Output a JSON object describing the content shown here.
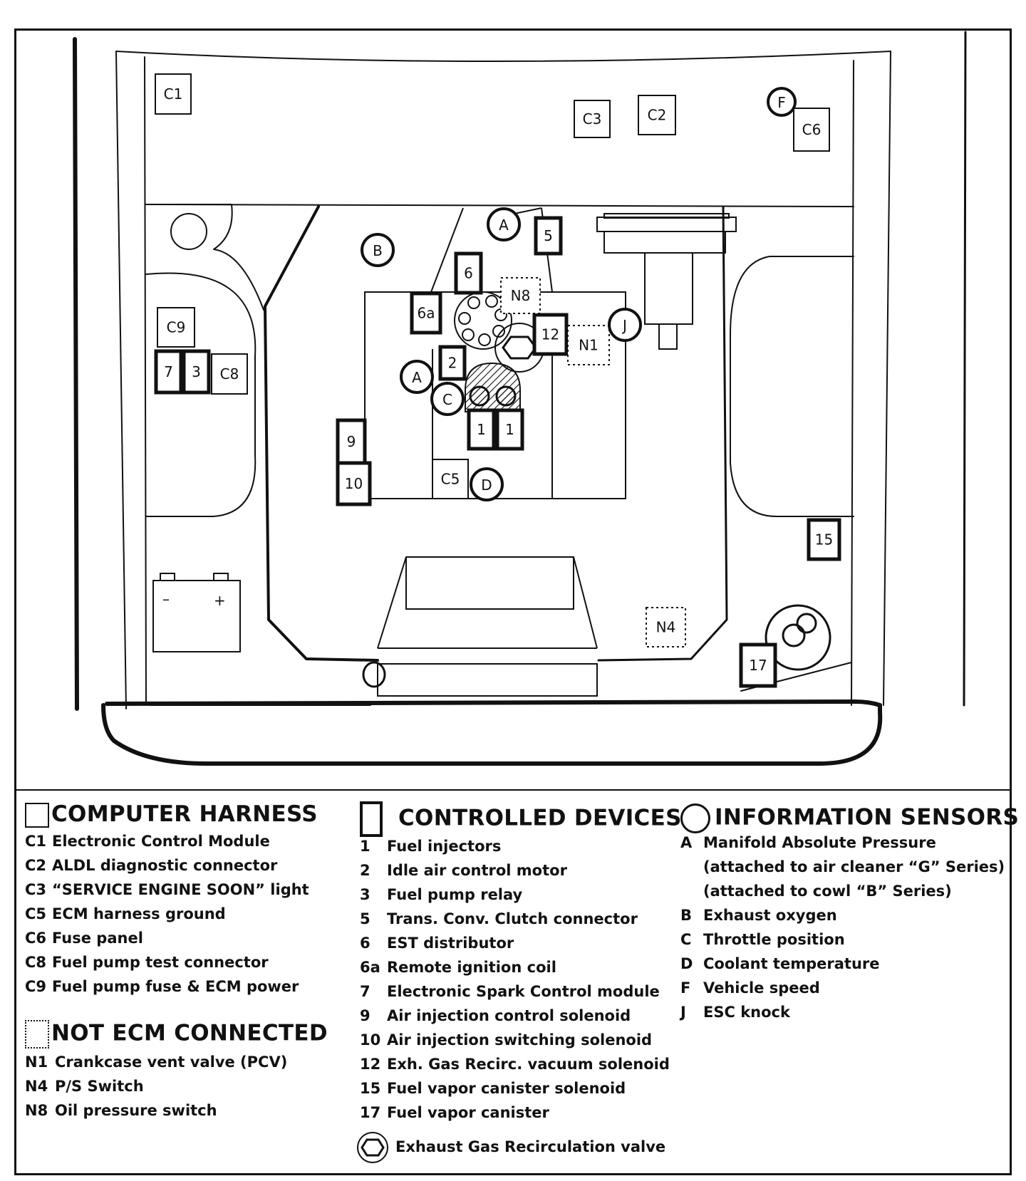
{
  "diagram": {
    "harness_boxes": [
      {
        "id": "c1",
        "label": "C1"
      },
      {
        "id": "c3",
        "label": "C3"
      },
      {
        "id": "c2",
        "label": "C2"
      },
      {
        "id": "c6",
        "label": "C6"
      },
      {
        "id": "c9",
        "label": "C9"
      },
      {
        "id": "c8",
        "label": "C8"
      },
      {
        "id": "c5",
        "label": "C5"
      }
    ],
    "device_boxes": [
      {
        "id": "d5",
        "label": "5"
      },
      {
        "id": "d6",
        "label": "6"
      },
      {
        "id": "d6a",
        "label": "6a"
      },
      {
        "id": "d12",
        "label": "12"
      },
      {
        "id": "d2",
        "label": "2"
      },
      {
        "id": "d1a",
        "label": "1"
      },
      {
        "id": "d1b",
        "label": "1"
      },
      {
        "id": "d7",
        "label": "7"
      },
      {
        "id": "d3",
        "label": "3"
      },
      {
        "id": "d9",
        "label": "9"
      },
      {
        "id": "d10",
        "label": "10"
      },
      {
        "id": "d15",
        "label": "15"
      },
      {
        "id": "d17",
        "label": "17"
      }
    ],
    "not_ecm_boxes": [
      {
        "id": "n8",
        "label": "N8"
      },
      {
        "id": "n1",
        "label": "N1"
      },
      {
        "id": "n4",
        "label": "N4"
      }
    ],
    "sensor_circles": [
      {
        "id": "sf",
        "label": "F"
      },
      {
        "id": "sa1",
        "label": "A"
      },
      {
        "id": "sb",
        "label": "B"
      },
      {
        "id": "sj",
        "label": "J"
      },
      {
        "id": "sa2",
        "label": "A"
      },
      {
        "id": "sc",
        "label": "C"
      },
      {
        "id": "sd",
        "label": "D"
      }
    ],
    "battery": {
      "minus": "–",
      "plus": "+"
    }
  },
  "legend": {
    "computer_harness": {
      "title": "COMPUTER HARNESS",
      "items": [
        {
          "code": "C1",
          "text": "Electronic Control Module"
        },
        {
          "code": "C2",
          "text": "ALDL diagnostic connector"
        },
        {
          "code": "C3",
          "text": "“SERVICE ENGINE SOON” light"
        },
        {
          "code": "C5",
          "text": "ECM harness ground"
        },
        {
          "code": "C6",
          "text": "Fuse panel"
        },
        {
          "code": "C8",
          "text": "Fuel pump test connector"
        },
        {
          "code": "C9",
          "text": "Fuel pump fuse  & ECM power"
        }
      ]
    },
    "not_ecm": {
      "title": "NOT ECM CONNECTED",
      "items": [
        {
          "code": "N1",
          "text": "Crankcase vent valve (PCV)"
        },
        {
          "code": "N4",
          "text": "P/S Switch"
        },
        {
          "code": "N8",
          "text": "Oil pressure switch"
        }
      ]
    },
    "controlled_devices": {
      "title": "CONTROLLED DEVICES",
      "items": [
        {
          "code": "1",
          "text": "Fuel injectors"
        },
        {
          "code": "2",
          "text": "Idle air control motor"
        },
        {
          "code": "3",
          "text": "Fuel pump relay"
        },
        {
          "code": "5",
          "text": "Trans. Conv. Clutch connector"
        },
        {
          "code": "6",
          "text": "EST distributor"
        },
        {
          "code": "6a",
          "text": "Remote ignition coil"
        },
        {
          "code": "7",
          "text": "Electronic Spark Control module"
        },
        {
          "code": "9",
          "text": "Air injection control solenoid"
        },
        {
          "code": "10",
          "text": "Air injection switching solenoid"
        },
        {
          "code": "12",
          "text": "Exh. Gas Recirc. vacuum solenoid"
        },
        {
          "code": "15",
          "text": "Fuel vapor canister solenoid"
        },
        {
          "code": "17",
          "text": "Fuel vapor canister"
        }
      ],
      "egr_note": "Exhaust Gas Recirculation valve"
    },
    "information_sensors": {
      "title": "INFORMATION SENSORS",
      "items": [
        {
          "code": "A",
          "text": "Manifold Absolute Pressure"
        },
        {
          "code": "",
          "text": "(attached to air cleaner “G” Series)"
        },
        {
          "code": "",
          "text": "(attached to cowl  “B” Series)"
        },
        {
          "code": "B",
          "text": "Exhaust oxygen"
        },
        {
          "code": "C",
          "text": "Throttle position"
        },
        {
          "code": "D",
          "text": "Coolant temperature"
        },
        {
          "code": "F",
          "text": "Vehicle speed"
        },
        {
          "code": "J",
          "text": "ESC knock"
        }
      ]
    }
  }
}
